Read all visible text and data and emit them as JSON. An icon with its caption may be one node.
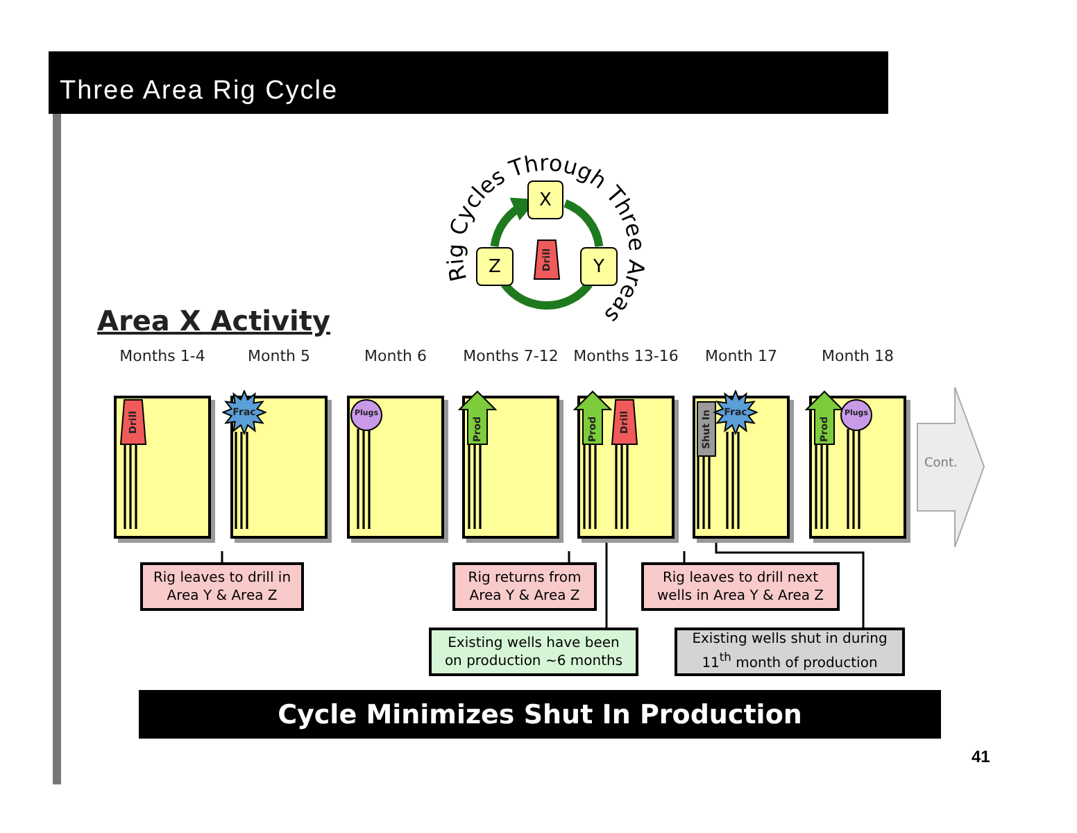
{
  "diagram": {
    "title": "Three Area Rig Cycle",
    "nodes": [
      {
        "text": [
          "X"
        ]
      },
      {
        "text": [
          "Y"
        ]
      },
      {
        "text": [
          "Z"
        ]
      },
      {
        "text": [
          "Drill"
        ]
      },
      {
        "text": [
          "Months 1-4"
        ]
      },
      {
        "text": [
          "Month 5"
        ]
      },
      {
        "text": [
          "Month 6"
        ]
      },
      {
        "text": [
          "Months 7-12"
        ]
      },
      {
        "text": [
          "Months 13-16"
        ]
      },
      {
        "text": [
          "Month 17"
        ]
      },
      {
        "text": [
          "Month 18"
        ]
      },
      {
        "text": [
          "Drill"
        ],
        "in": 4
      },
      {
        "text": [
          "Frac"
        ],
        "in": 5
      },
      {
        "text": [
          "Plugs"
        ],
        "in": 6
      },
      {
        "text": [
          "Prod"
        ],
        "in": 7
      },
      {
        "text": [
          "Prod"
        ],
        "in": 8
      },
      {
        "text": [
          "Drill"
        ],
        "in": 8
      },
      {
        "text": [
          "Shut In"
        ],
        "in": 9
      },
      {
        "text": [
          "Frac"
        ],
        "in": 9
      },
      {
        "text": [
          "Prod"
        ],
        "in": 10
      },
      {
        "text": [
          "Plugs"
        ],
        "in": 10
      },
      {
        "text": [
          "Cont."
        ]
      },
      {
        "text": [
          "Rig leaves to drill in Area Y & Area Z"
        ]
      },
      {
        "text": [
          "Rig returns from Area Y & Area Z"
        ]
      },
      {
        "text": [
          "Existing wells have been on production ~6 months"
        ]
      },
      {
        "text": [
          "Rig leaves to drill next wells in Area Y & Area Z"
        ]
      },
      {
        "text": [
          "Existing wells shut in during 11$^{th}$ month of production"
        ]
      },
      {
        "text": [
          "Cycle Minimizes Shut In Production"
        ]
      }
    ],
    "edges": [
      {
        "from": 2,
        "to": 0,
        "arrow": "to",
        "style": "thick",
        "color": "#1f7a1f"
      },
      {
        "from": 0,
        "to": 1,
        "arrow": "none",
        "style": "thick",
        "color": "#1f7a1f"
      },
      {
        "from": 1,
        "to": 2,
        "arrow": "none",
        "style": "thick",
        "color": "#1f7a1f"
      },
      {
        "from": 22,
        "to": null,
        "arrow": "none"
      },
      {
        "from": 23,
        "to": null,
        "arrow": "none"
      },
      {
        "from": 24,
        "to": 8,
        "arrow": "none"
      },
      {
        "from": 25,
        "to": null,
        "arrow": "none"
      },
      {
        "from": 26,
        "to": 9,
        "arrow": "none"
      }
    ],
    "labels": [
      "Rig Cycles Through Three Areas",
      "Area X Activity",
      "41"
    ]
  }
}
